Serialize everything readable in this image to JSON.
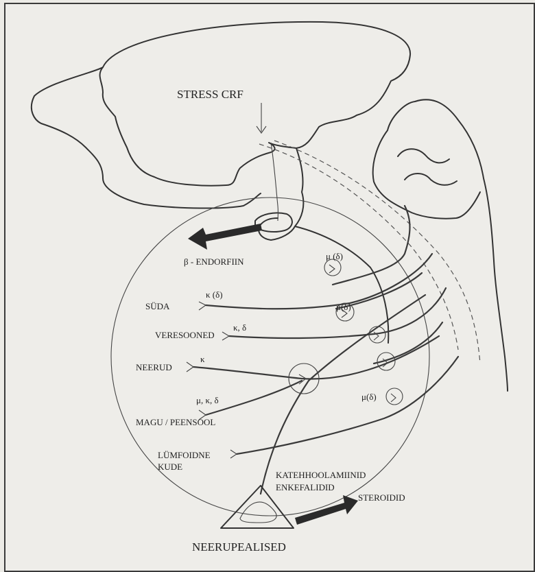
{
  "diagram": {
    "labels": {
      "stress": "STRESS CRF",
      "endorfiin": "β - ENDORFIIN",
      "suda": "SÜDA",
      "veresooned": "VERESOONED",
      "neerud": "NEERUD",
      "magu": "MAGU / PEENSOOL",
      "lumfoidne_1": "LÜMFOIDNE",
      "lumfoidne_2": "KUDE",
      "katehhool": "KATEHHOOLAMIINID",
      "enkefalid": "ENKEFALIDID",
      "steroidid": "STEROIDID",
      "neerupealised": "NEERUPEALISED"
    },
    "receptors": {
      "suda": "κ (δ)",
      "veresooned": "κ, δ",
      "neerud": "κ",
      "magu": "μ, κ, δ",
      "mu_delta_1": "μ (δ)",
      "mu_delta_2": "μ(δ)",
      "mu_delta_3": "μ(δ)"
    }
  }
}
